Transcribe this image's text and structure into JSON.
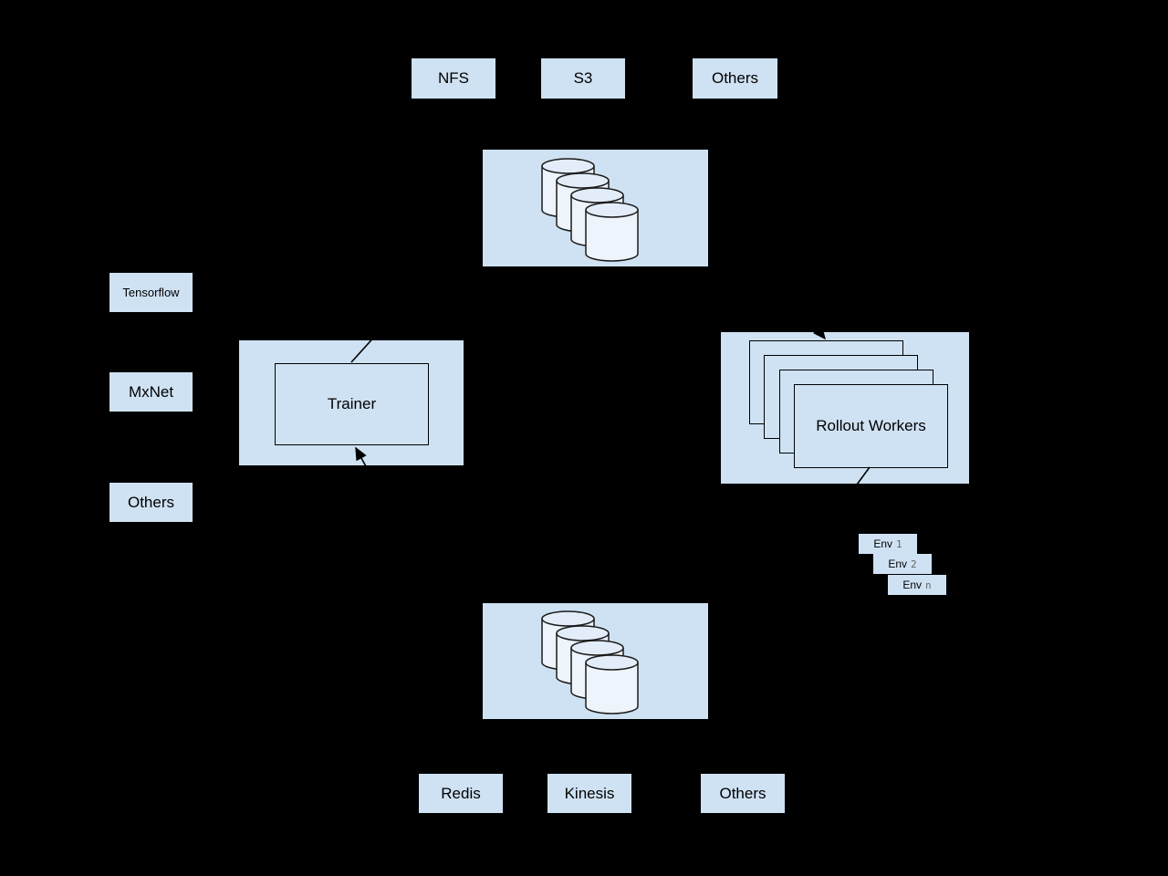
{
  "theme": {
    "background": "#000000",
    "node_fill": "#cfe2f3",
    "cylinder_body_fill": "#eef4fb",
    "cylinder_top_fill": "#e3edf9",
    "line_color": "#000000",
    "text_color": "#000000",
    "env_index_color": "#666666"
  },
  "model_storage_row": {
    "items": [
      {
        "label": "NFS"
      },
      {
        "label": "S3"
      },
      {
        "label": "Others"
      }
    ]
  },
  "model_store": {
    "cylinder_count": 4
  },
  "framework_column": {
    "items": [
      {
        "label": "Tensorflow"
      },
      {
        "label": "MxNet"
      },
      {
        "label": "Others"
      }
    ]
  },
  "trainer": {
    "label": "Trainer"
  },
  "rollout_workers": {
    "label": "Rollout Workers",
    "stack_count": 4
  },
  "env_stack": {
    "items": [
      {
        "prefix": "Env",
        "index": "1"
      },
      {
        "prefix": "Env",
        "index": "2"
      },
      {
        "prefix": "Env",
        "index": "n"
      }
    ]
  },
  "memory_store": {
    "cylinder_count": 4
  },
  "memory_backend_row": {
    "items": [
      {
        "label": "Redis"
      },
      {
        "label": "Kinesis"
      },
      {
        "label": "Others"
      }
    ]
  }
}
